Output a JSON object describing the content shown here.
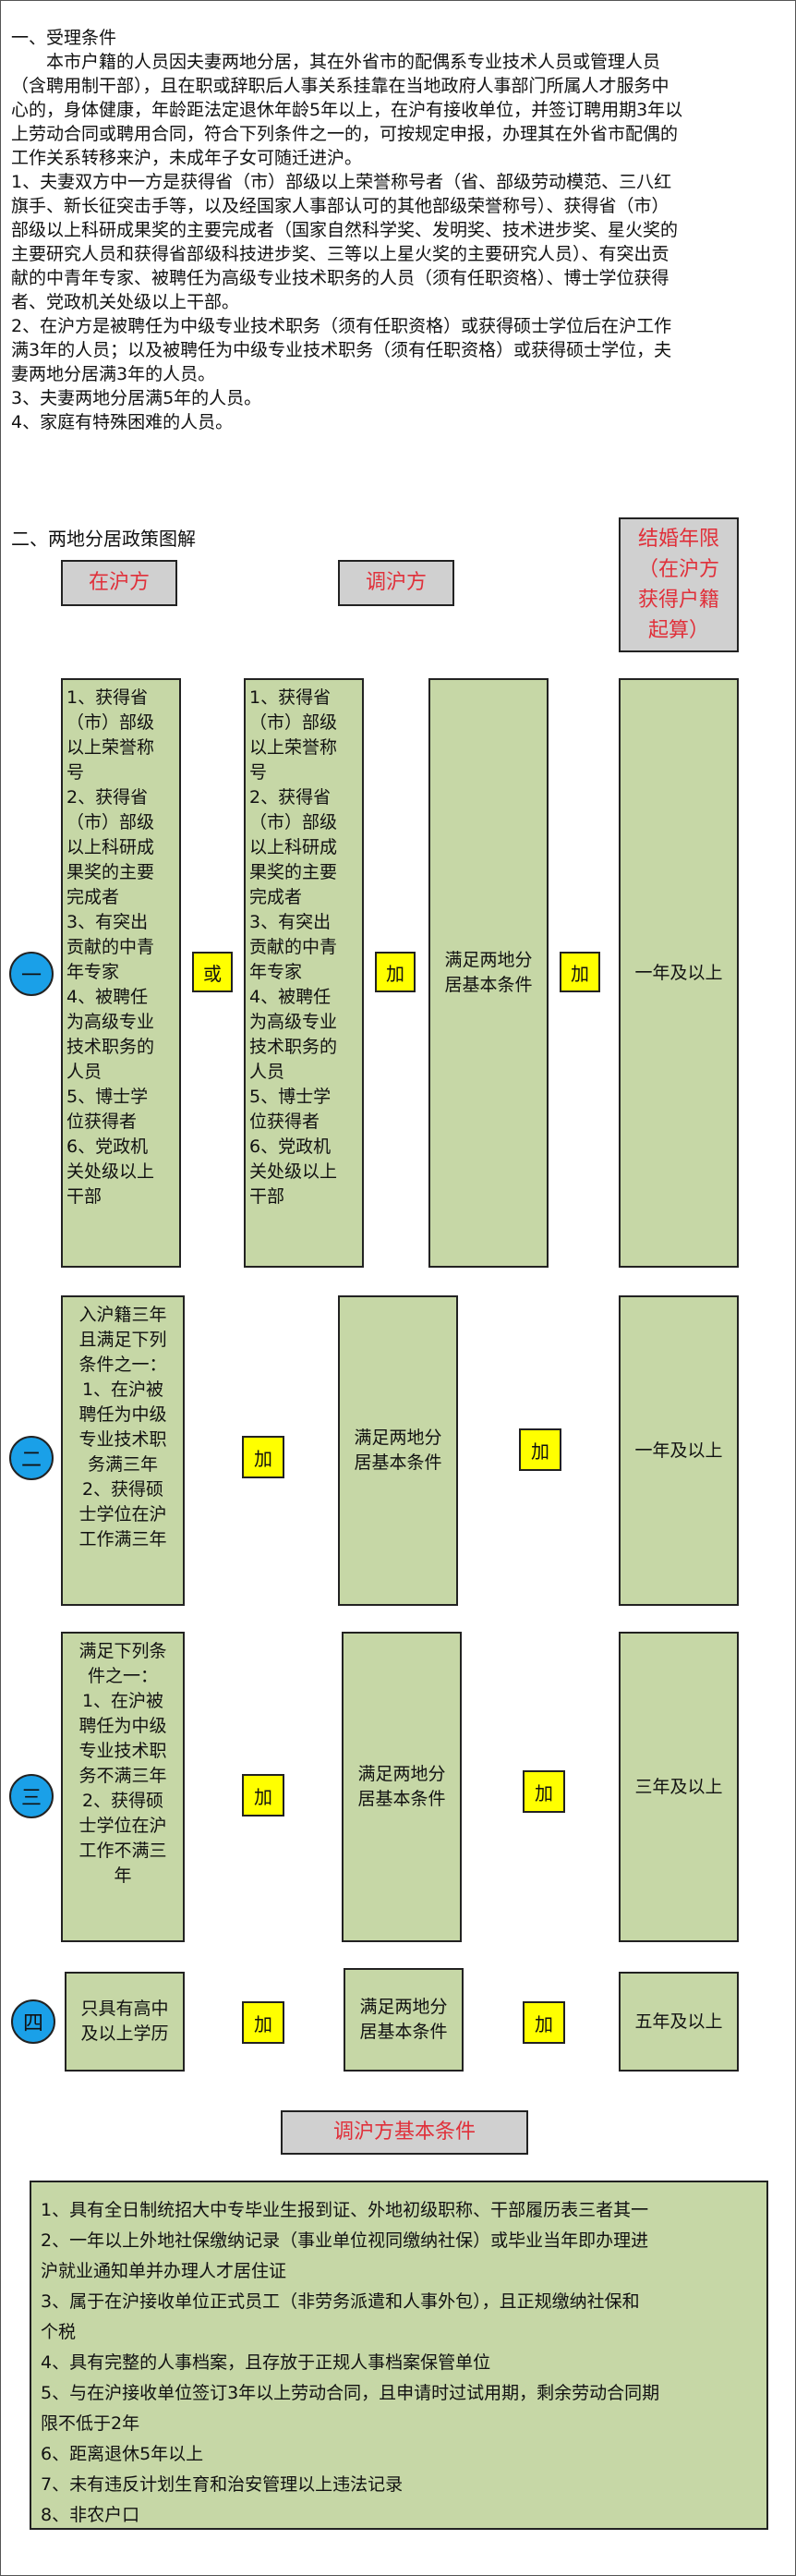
{
  "section1": {
    "heading": "一、受理条件",
    "intro": [
      "本市户籍的人员因夫妻两地分居，其在外省市的配偶系专业技术人员或管理人员",
      "（含聘用制干部），且在职或辞职后人事关系挂靠在当地政府人事部门所属人才服务中",
      "心的，身体健康，年龄距法定退休年龄5年以上，在沪有接收单位，并签订聘用期3年以",
      "上劳动合同或聘用合同，符合下列条件之一的，可按规定申报，办理其在外省市配偶的",
      "工作关系转移来沪，未成年子女可随迁进沪。"
    ],
    "items": [
      "1、夫妻双方中一方是获得省（市）部级以上荣誉称号者（省、部级劳动模范、三八红",
      "旗手、新长征突击手等，以及经国家人事部认可的其他部级荣誉称号）、获得省（市）",
      "部级以上科研成果奖的主要完成者（国家自然科学奖、发明奖、技术进步奖、星火奖的",
      "主要研究人员和获得省部级科技进步奖、三等以上星火奖的主要研究人员）、有突出贡",
      "献的中青年专家、被聘任为高级专业技术职务的人员（须有任职资格）、博士学位获得",
      "者、党政机关处级以上干部。",
      "2、在沪方是被聘任为中级专业技术职务（须有任职资格）或获得硕士学位后在沪工作",
      "满3年的人员；以及被聘任为中级专业技术职务（须有任职资格）或获得硕士学位，夫",
      "妻两地分居满3年的人员。",
      "3、夫妻两地分居满5年的人员。",
      "4、家庭有特殊困难的人员。"
    ]
  },
  "section2": {
    "heading": "二、两地分居政策图解",
    "header_zaihufang": "在沪方",
    "header_diaohufang": "调沪方",
    "header_jiehun": [
      "结婚年限",
      "（在沪方",
      "获得户籍",
      "起算）"
    ],
    "rows": [
      {
        "num": "一",
        "left_lines": [
          "1、获得省",
          "（市）部级",
          "以上荣誉称",
          "号",
          "2、获得省",
          "（市）部级",
          "以上科研成",
          "果奖的主要",
          "完成者",
          "3、有突出",
          "贡献的中青",
          "年专家",
          "4、被聘任",
          "为高级专业",
          "技术职务的",
          "人员",
          "5、博士学",
          "位获得者",
          "6、党政机",
          "关处级以上",
          "干部"
        ],
        "connector1": "或",
        "mid_lines": [
          "1、获得省",
          "（市）部级",
          "以上荣誉称",
          "号",
          "2、获得省",
          "（市）部级",
          "以上科研成",
          "果奖的主要",
          "完成者",
          "3、有突出",
          "贡献的中青",
          "年专家",
          "4、被聘任",
          "为高级专业",
          "技术职务的",
          "人员",
          "5、博士学",
          "位获得者",
          "6、党政机",
          "关处级以上",
          "干部"
        ],
        "connector2": "加",
        "condition_lines": [
          "满足两地分",
          "居基本条件"
        ],
        "connector3": "加",
        "years": "一年及以上"
      },
      {
        "num": "二",
        "left_lines": [
          "入沪籍三年",
          "且满足下列",
          "条件之一：",
          "1、在沪被",
          "聘任为中级",
          "专业技术职",
          "务满三年",
          "2、获得硕",
          "士学位在沪",
          "工作满三年"
        ],
        "connector2": "加",
        "condition_lines": [
          "满足两地分",
          "居基本条件"
        ],
        "connector3": "加",
        "years": "一年及以上"
      },
      {
        "num": "三",
        "left_lines": [
          "满足下列条",
          "件之一：",
          "1、在沪被",
          "聘任为中级",
          "专业技术职",
          "务不满三年",
          "2、获得硕",
          "士学位在沪",
          "工作不满三",
          "年"
        ],
        "connector2": "加",
        "condition_lines": [
          "满足两地分",
          "居基本条件"
        ],
        "connector3": "加",
        "years": "三年及以上"
      },
      {
        "num": "四",
        "left_lines": [
          "只具有高中",
          "及以上学历"
        ],
        "connector2": "加",
        "condition_lines": [
          "满足两地分",
          "居基本条件"
        ],
        "connector3": "加",
        "years": "五年及以上"
      }
    ],
    "basic_title": "调沪方基本条件",
    "basic_lines": [
      "1、具有全日制统招大中专毕业生报到证、外地初级职称、干部履历表三者其一",
      "2、一年以上外地社保缴纳记录（事业单位视同缴纳社保）或毕业当年即办理进",
      "沪就业通知单并办理人才居住证",
      "3、属于在沪接收单位正式员工（非劳务派遣和人事外包），且正规缴纳社保和",
      "个税",
      "4、具有完整的人事档案，且存放于正规人事档案保管单位",
      "5、与在沪接收单位签订3年以上劳动合同，且申请时过试用期，剩余劳动合同期",
      "限不低于2年",
      "6、距离退休5年以上",
      "7、未有违反计划生育和治安管理以上违法记录",
      "8、非农户口"
    ]
  },
  "colors": {
    "green_box": "#c6d7a6",
    "yellow_connector": "#ffff00",
    "gray_header": "#d0d0d0",
    "red_text": "#e0303a",
    "blue_circle": "#1aa0e8"
  }
}
